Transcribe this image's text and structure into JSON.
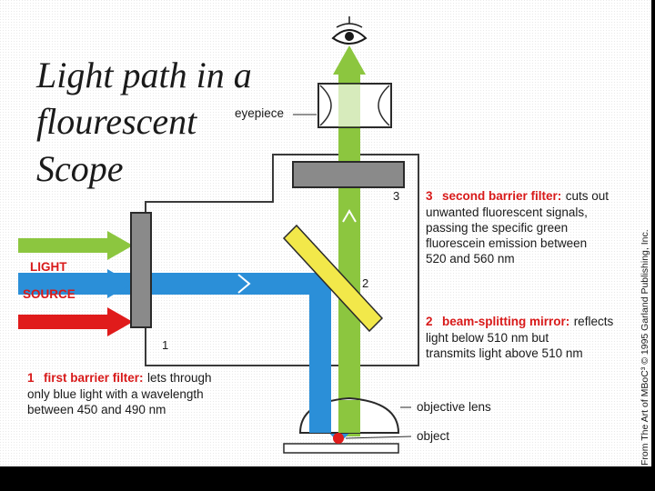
{
  "slide": {
    "title_lines": [
      "Light path in a",
      "flourescent",
      "Scope"
    ]
  },
  "labels": {
    "eyepiece": "eyepiece",
    "objective_lens": "objective lens",
    "object": "object",
    "light_line1": "LIGHT",
    "light_line2": "SOURCE"
  },
  "component_numbers": {
    "n1": "1",
    "n2": "2",
    "n3": "3"
  },
  "notes": {
    "note3": {
      "num": "3",
      "head": "second barrier filter:",
      "first_tail": " cuts out",
      "lines": [
        "unwanted fluorescent signals,",
        "passing the specific green",
        "fluorescein emission between",
        "520 and 560 nm"
      ]
    },
    "note2": {
      "num": "2",
      "head": "beam-splitting mirror:",
      "first_tail": " reflects",
      "lines": [
        "light below 510 nm but",
        "transmits light above 510 nm"
      ]
    },
    "note1": {
      "num": "1",
      "head": "first barrier filter:",
      "first_tail": " lets through",
      "lines": [
        "only blue light with a wavelength",
        "between 450 and 490 nm"
      ]
    }
  },
  "credit": "From The Art of MBoC³ © 1995 Garland Publishing, Inc.",
  "colors": {
    "green_beam": "#8cc63f",
    "blue_beam": "#2b8fd8",
    "red_beam": "#e01b1b",
    "mirror": "#f2e84a",
    "filter": "#8a8a8a",
    "object_dot": "#e01b1b"
  },
  "icons": {
    "eye": "eye-icon"
  }
}
